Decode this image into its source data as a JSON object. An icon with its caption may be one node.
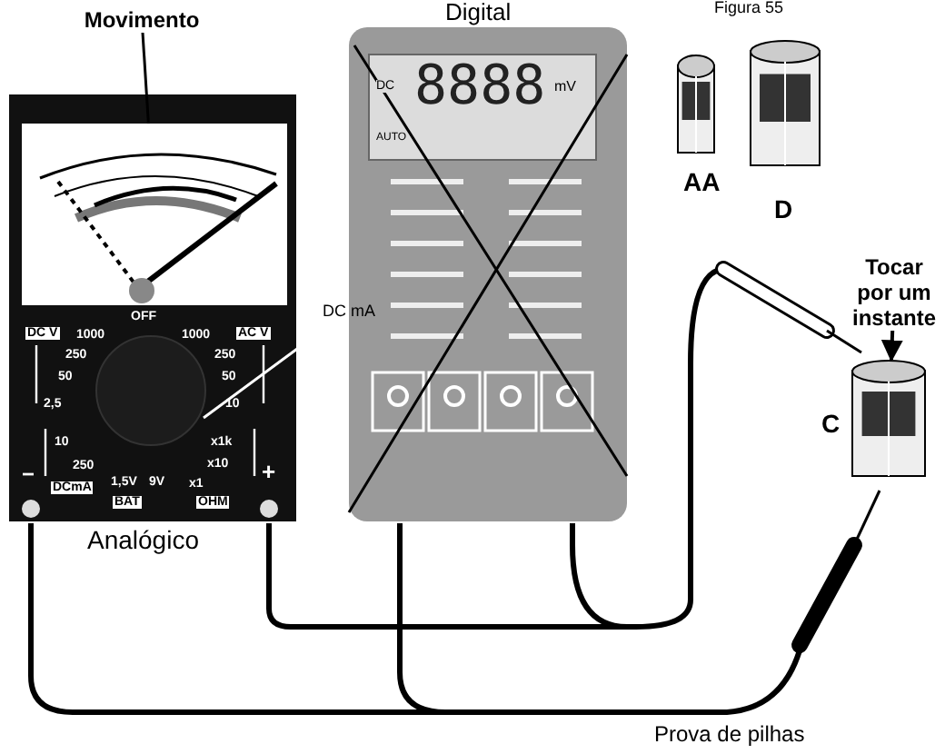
{
  "diagram": {
    "nodes": [
      {
        "text": [
          "Movimento"
        ]
      },
      {
        "text": [],
        "shape": "picture"
      },
      {
        "text": [],
        "shape": "cylinder",
        "beside": [
          "AA"
        ]
      },
      {
        "text": [],
        "shape": "cylinder",
        "beside": [
          "D"
        ]
      },
      {
        "text": [
          "Tocar por um instante"
        ]
      },
      {
        "text": [
          "DC mA"
        ]
      },
      {
        "text": [],
        "shape": "cylinder",
        "beside": [
          "C"
        ]
      }
    ],
    "edges": [
      {
        "from": 0,
        "to": 1,
        "arrow": "none"
      },
      {
        "from": 5,
        "to": null,
        "arrow": "none",
        "color": "#ffffff"
      },
      {
        "from": 4,
        "to": 6,
        "arrow": "to"
      }
    ],
    "labels": [
      "Digital",
      "Figura 55",
      "DC",
      "8888",
      "mV",
      "AUTO",
      "OFF",
      "DC V",
      "1000",
      "1000",
      "AC V",
      "250",
      "250",
      "50",
      "50",
      "2,5",
      "10",
      "10",
      "250",
      "−",
      "+",
      "DCmA",
      "1,5V",
      "9V",
      "BAT",
      "x1k",
      "x10",
      "x1",
      "OHM",
      "Analógico",
      "Prova de pilhas"
    ]
  }
}
